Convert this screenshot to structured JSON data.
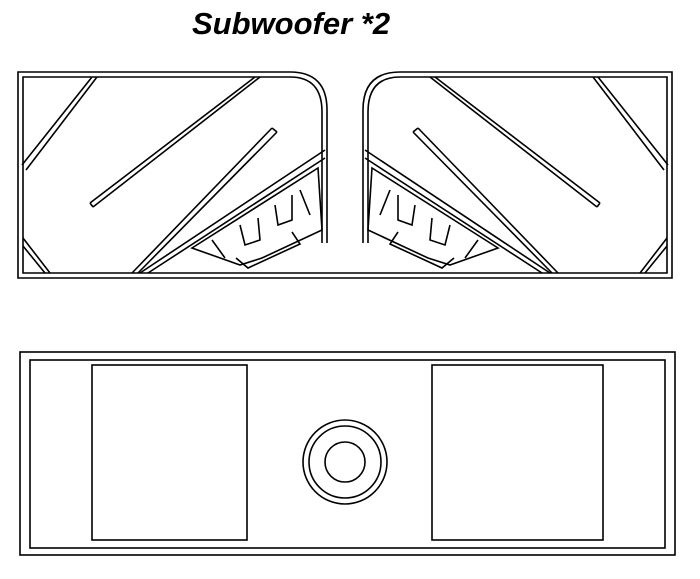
{
  "title": "Subwoofer *2",
  "views": [
    "side-section",
    "front"
  ],
  "colors": {
    "line": "#000000",
    "background": "#ffffff"
  }
}
